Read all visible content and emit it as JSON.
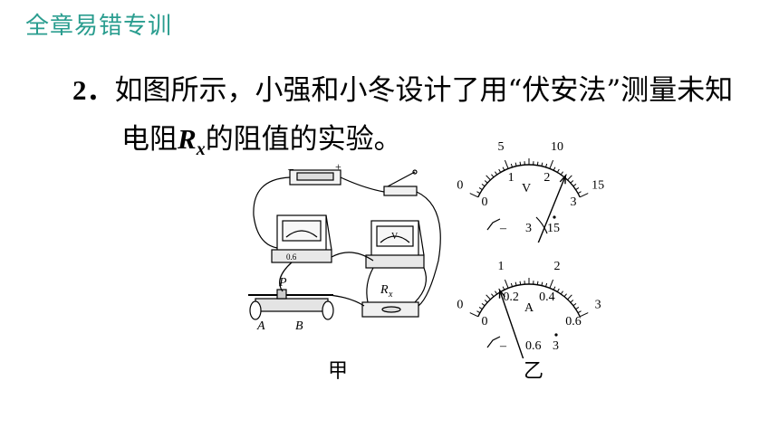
{
  "header": {
    "title": "全章易错专训"
  },
  "question": {
    "number": "2．",
    "line1_text": "如图所示，小强和小冬设计了用“伏安法”测量未知",
    "line2_prefix": "电阻",
    "rx_main": "R",
    "rx_sub": "x",
    "line2_suffix": "的阻值的实验。"
  },
  "figure_jia": {
    "caption": "甲",
    "slider_label": "P",
    "end_a": "A",
    "end_b": "B",
    "resistor_label_main": "R",
    "resistor_label_sub": "x",
    "voltmeter_symbol": "V",
    "ammeter_scale_label": "0.6",
    "battery_minus": "–",
    "battery_plus": "+"
  },
  "figure_yi": {
    "caption": "乙",
    "voltmeter": {
      "upper_ticks": [
        "0",
        "5",
        "10",
        "15"
      ],
      "lower_ticks": [
        "0",
        "1",
        "2",
        "3"
      ],
      "unit": "V",
      "terminals": [
        "–",
        "3",
        "15"
      ],
      "needle_upper_reading": 12.0
    },
    "ammeter": {
      "upper_ticks": [
        "0",
        "1",
        "2",
        "3"
      ],
      "lower_ticks": [
        "0",
        "0.2",
        "0.4",
        "0.6"
      ],
      "unit": "A",
      "terminals": [
        "–",
        "0.6",
        "3"
      ],
      "needle_upper_reading": 0.8
    }
  }
}
